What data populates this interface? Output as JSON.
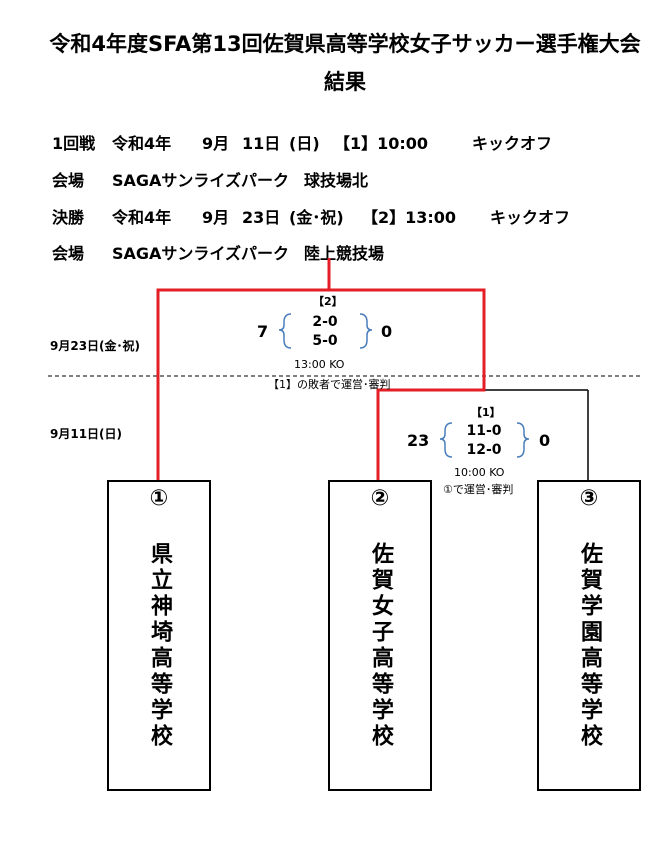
{
  "title": {
    "line1": "令和4年度SFA第13回佐賀県高等学校女子サッカー選手権大会",
    "line2": "結果"
  },
  "schedule": [
    {
      "round": "1回戦",
      "era": "令和4年",
      "month": "9月",
      "day": "11日",
      "weekday": "(日)",
      "match": "【1】10:00",
      "kickoff": "キックオフ"
    },
    {
      "round": "会場",
      "venue": "SAGAサンライズパーク",
      "field": "球技場北"
    },
    {
      "round": "決勝",
      "era": "令和4年",
      "month": "9月",
      "day": "23日",
      "weekday": "(金･祝)",
      "match": "【2】13:00",
      "kickoff": "キックオフ"
    },
    {
      "round": "会場",
      "venue": "SAGAサンライズパーク",
      "field": "陸上競技場"
    }
  ],
  "bracket": {
    "final": {
      "date_label": "9月23日(金･祝)",
      "game_label": "【2】",
      "left_total": "7",
      "right_total": "0",
      "half1": "2-0",
      "half2": "5-0",
      "kickoff": "13:00  KO",
      "note": "【1】の敗者で運営･審判"
    },
    "first": {
      "date_label": "9月11日(日)",
      "game_label": "【1】",
      "left_total": "23",
      "right_total": "0",
      "half1": "11-0",
      "half2": "12-0",
      "kickoff": "10:00  KO",
      "note": "①で運営･審判"
    },
    "winner_line_color": "#e41e26"
  },
  "teams": [
    {
      "num": "①",
      "name": "県立神埼高等学校"
    },
    {
      "num": "②",
      "name": "佐賀女子高等学校"
    },
    {
      "num": "③",
      "name": "佐賀学園高等学校"
    }
  ]
}
